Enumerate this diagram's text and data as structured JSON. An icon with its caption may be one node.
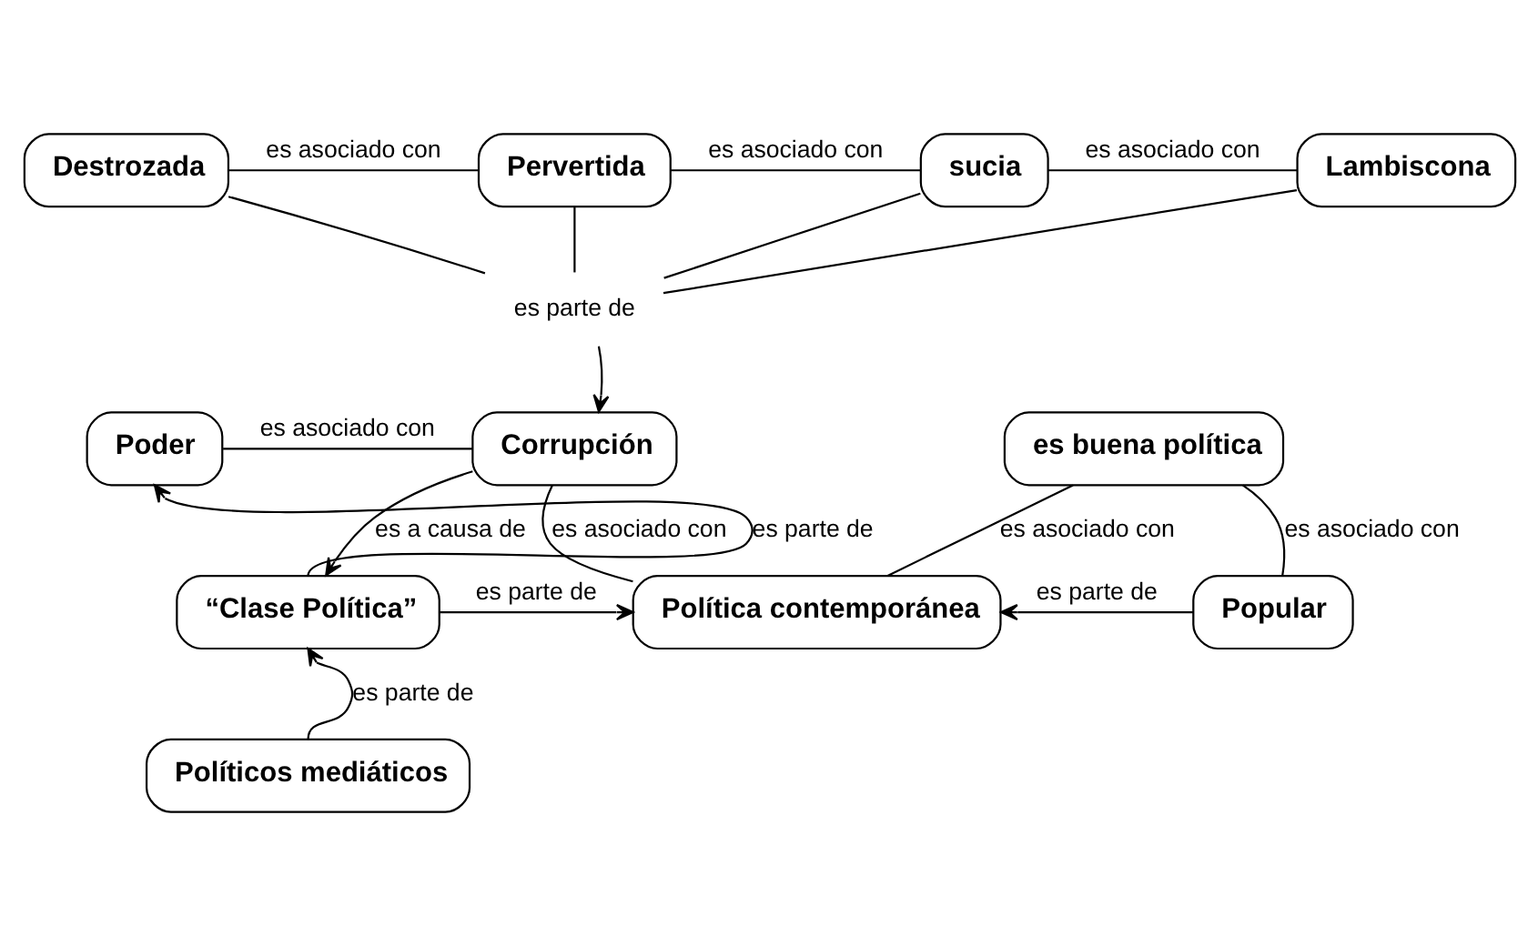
{
  "diagram": {
    "nodes": [
      {
        "text": [
          "Destrozada"
        ]
      },
      {
        "text": [
          "Pervertida"
        ]
      },
      {
        "text": [
          "sucia"
        ]
      },
      {
        "text": [
          "Lambiscona"
        ]
      },
      {
        "text": [
          "es parte de"
        ]
      },
      {
        "text": [
          "Poder"
        ]
      },
      {
        "text": [
          "Corrupción"
        ]
      },
      {
        "text": [
          "es buena política"
        ]
      },
      {
        "text": [
          "“Clase Política”"
        ]
      },
      {
        "text": [
          "Política contemporánea"
        ]
      },
      {
        "text": [
          "Popular"
        ]
      },
      {
        "text": [
          "Políticos mediáticos"
        ]
      }
    ],
    "edges": [
      {
        "from": 0,
        "to": 1,
        "arrow": "none",
        "label": "es asociado con"
      },
      {
        "from": 1,
        "to": 2,
        "arrow": "none",
        "label": "es asociado con"
      },
      {
        "from": 2,
        "to": 3,
        "arrow": "none",
        "label": "es asociado con"
      },
      {
        "from": 0,
        "to": 4,
        "arrow": "none"
      },
      {
        "from": 1,
        "to": 4,
        "arrow": "none"
      },
      {
        "from": 2,
        "to": 4,
        "arrow": "none"
      },
      {
        "from": 3,
        "to": 4,
        "arrow": "none"
      },
      {
        "from": 4,
        "to": 6,
        "arrow": "to"
      },
      {
        "from": 5,
        "to": 6,
        "arrow": "none",
        "label": "es asociado con"
      },
      {
        "from": 6,
        "to": 8,
        "arrow": "to",
        "label": "es a causa de"
      },
      {
        "from": 6,
        "to": 9,
        "arrow": "none",
        "label": "es asociado con"
      },
      {
        "from": 8,
        "to": 5,
        "arrow": "to",
        "label": "es parte de"
      },
      {
        "from": 8,
        "to": 9,
        "arrow": "to",
        "label": "es parte de"
      },
      {
        "from": 7,
        "to": 9,
        "arrow": "none",
        "label": "es asociado con"
      },
      {
        "from": 7,
        "to": 10,
        "arrow": "none",
        "label": "es asociado con"
      },
      {
        "from": 10,
        "to": 9,
        "arrow": "to",
        "label": "es parte de"
      },
      {
        "from": 11,
        "to": 8,
        "arrow": "to",
        "label": "es parte de"
      }
    ]
  }
}
